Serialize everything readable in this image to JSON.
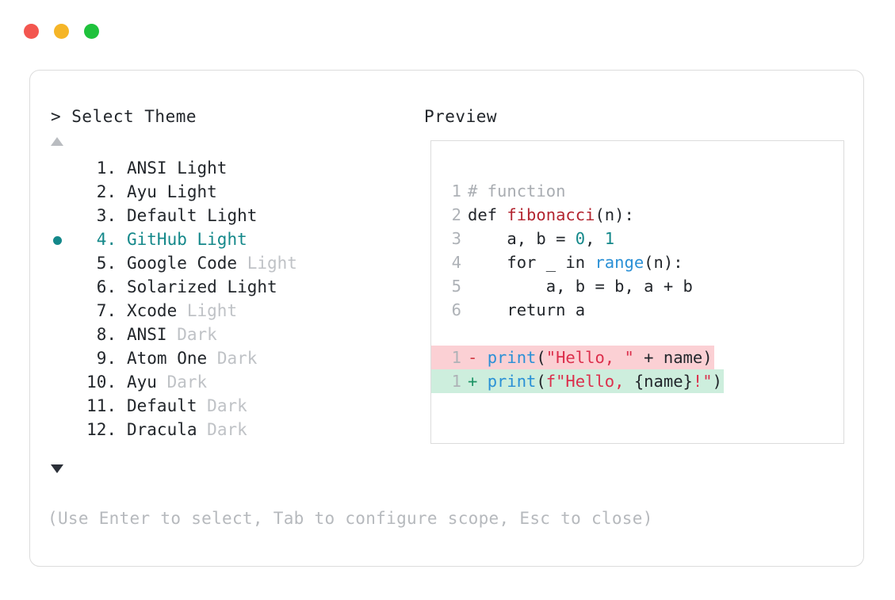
{
  "window": {
    "controls": [
      {
        "name": "close",
        "color": "#f3564f"
      },
      {
        "name": "minimize",
        "color": "#f5b527"
      },
      {
        "name": "maximize",
        "color": "#1fc23c"
      }
    ]
  },
  "selector": {
    "prompt_heading": "> Select Theme",
    "scroll_up_glyph": "▲",
    "scroll_down_glyph": "▼",
    "selected_index": 4,
    "bullet_glyph": "●",
    "accent_color": "#14888a",
    "items": [
      {
        "index": "1.",
        "name": "ANSI",
        "variant": "Light",
        "variant_muted": false,
        "selected": false
      },
      {
        "index": "2.",
        "name": "Ayu",
        "variant": "Light",
        "variant_muted": false,
        "selected": false
      },
      {
        "index": "3.",
        "name": "Default",
        "variant": "Light",
        "variant_muted": false,
        "selected": false
      },
      {
        "index": "4.",
        "name": "GitHub",
        "variant": "Light",
        "variant_muted": false,
        "selected": true
      },
      {
        "index": "5.",
        "name": "Google Code",
        "variant": "Light",
        "variant_muted": true,
        "selected": false
      },
      {
        "index": "6.",
        "name": "Solarized",
        "variant": "Light",
        "variant_muted": false,
        "selected": false
      },
      {
        "index": "7.",
        "name": "Xcode",
        "variant": "Light",
        "variant_muted": true,
        "selected": false
      },
      {
        "index": "8.",
        "name": "ANSI",
        "variant": "Dark",
        "variant_muted": true,
        "selected": false
      },
      {
        "index": "9.",
        "name": "Atom One",
        "variant": "Dark",
        "variant_muted": true,
        "selected": false
      },
      {
        "index": "10.",
        "name": "Ayu",
        "variant": "Dark",
        "variant_muted": true,
        "selected": false
      },
      {
        "index": "11.",
        "name": "Default",
        "variant": "Dark",
        "variant_muted": true,
        "selected": false
      },
      {
        "index": "12.",
        "name": "Dracula",
        "variant": "Dark",
        "variant_muted": true,
        "selected": false
      }
    ],
    "footer_hint": "(Use Enter to select, Tab to configure scope, Esc to close)"
  },
  "preview": {
    "heading": "Preview",
    "code_lines": [
      {
        "num": "1",
        "tokens": [
          {
            "t": "# function",
            "c": "comment"
          }
        ]
      },
      {
        "num": "2",
        "tokens": [
          {
            "t": "def ",
            "c": "keyword"
          },
          {
            "t": "fibonacci",
            "c": "func"
          },
          {
            "t": "(n):",
            "c": "plain"
          }
        ]
      },
      {
        "num": "3",
        "tokens": [
          {
            "t": "    a, b = ",
            "c": "plain"
          },
          {
            "t": "0",
            "c": "num"
          },
          {
            "t": ", ",
            "c": "plain"
          },
          {
            "t": "1",
            "c": "num"
          }
        ]
      },
      {
        "num": "4",
        "tokens": [
          {
            "t": "    for _ in ",
            "c": "plain"
          },
          {
            "t": "range",
            "c": "builtin"
          },
          {
            "t": "(n):",
            "c": "plain"
          }
        ]
      },
      {
        "num": "5",
        "tokens": [
          {
            "t": "        a, b = b, a + b",
            "c": "plain"
          }
        ]
      },
      {
        "num": "6",
        "tokens": [
          {
            "t": "    return a",
            "c": "plain"
          }
        ]
      }
    ],
    "diff_lines": [
      {
        "num": "1",
        "sign": "-",
        "kind": "del",
        "bg": "#fbd0d4",
        "tokens": [
          {
            "t": " ",
            "c": "plain"
          },
          {
            "t": "print",
            "c": "call"
          },
          {
            "t": "(",
            "c": "plain"
          },
          {
            "t": "\"Hello, \"",
            "c": "str"
          },
          {
            "t": " + name)",
            "c": "plain"
          }
        ]
      },
      {
        "num": "1",
        "sign": "+",
        "kind": "add",
        "bg": "#cdeedd",
        "tokens": [
          {
            "t": " ",
            "c": "plain"
          },
          {
            "t": "print",
            "c": "call"
          },
          {
            "t": "(",
            "c": "plain"
          },
          {
            "t": "f\"Hello, ",
            "c": "str"
          },
          {
            "t": "{name}",
            "c": "plain"
          },
          {
            "t": "!\"",
            "c": "str"
          },
          {
            "t": ")",
            "c": "plain"
          }
        ]
      }
    ]
  }
}
